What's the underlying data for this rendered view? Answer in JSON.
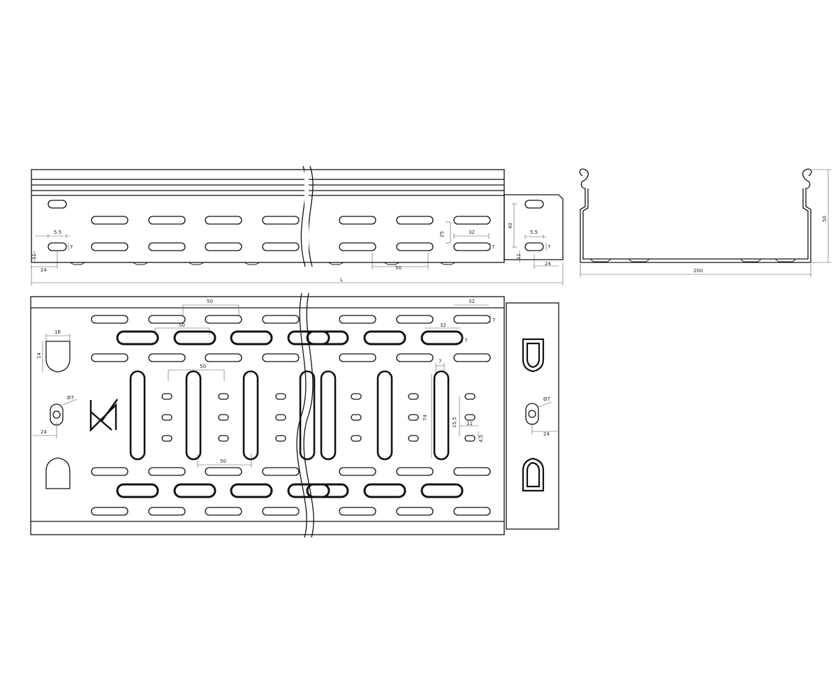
{
  "colors": {
    "line": "#111111",
    "dim": "#555555",
    "background": "#ffffff"
  },
  "side_view": {
    "dims": {
      "slot_width": "5.5",
      "slot_height": "7",
      "bottom_offset": "11",
      "edge_to_slot": "24",
      "row_spacing": "25",
      "slot_length": "32",
      "slot_pitch": "50",
      "length": "L",
      "joint_height": "40",
      "joint_slot_width": "5.5",
      "joint_slot_height": "7",
      "joint_bottom": "11",
      "joint_edge": "24"
    }
  },
  "section_view": {
    "dims": {
      "height": "50",
      "width": "200"
    }
  },
  "bottom_view": {
    "dims": {
      "pitch_top": "50",
      "slot_len_top": "32",
      "slot_h_top": "7",
      "pitch_row2": "50",
      "slot_len_row2": "32",
      "slot_h_row2": "7",
      "tab_width": "16",
      "tab_height": "14",
      "hole_dia_left": "Ø7",
      "edge_left": "24",
      "pitch_mid": "50",
      "pitch_bottom": "50",
      "vslot_width": "7",
      "vslot_length": "74",
      "hole_spacing": "15,5",
      "small_slot_len": "11",
      "small_slot_h": "4,5",
      "hole_dia_right": "Ø7",
      "edge_right": "24"
    }
  }
}
